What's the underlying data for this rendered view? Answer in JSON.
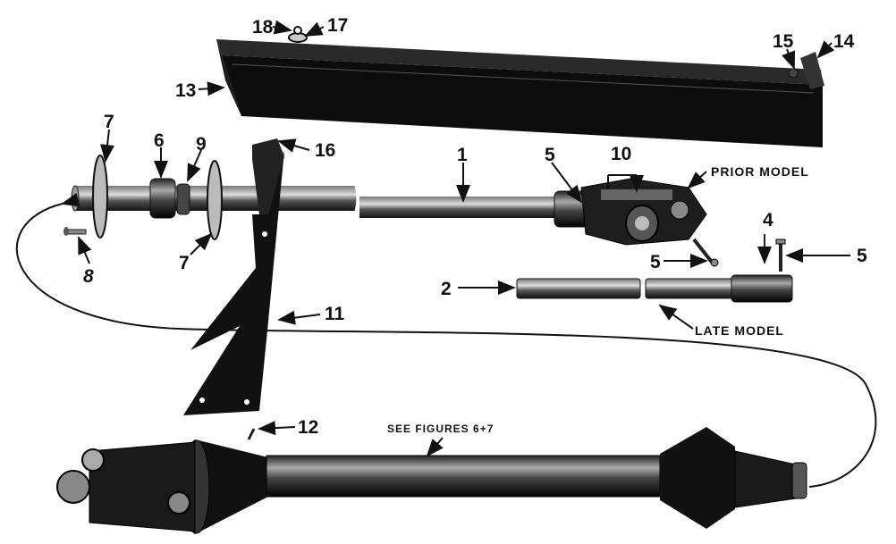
{
  "labels": {
    "n1": "1",
    "n2": "2",
    "n4": "4",
    "n5a": "5",
    "n5b": "5",
    "n5c": "5",
    "n6": "6",
    "n7a": "7",
    "n7b": "7",
    "n8": "8",
    "n9": "9",
    "n10": "10",
    "n11": "11",
    "n12": "12",
    "n13": "13",
    "n14": "14",
    "n15": "15",
    "n16": "16",
    "n17": "17",
    "n18": "18"
  },
  "captions": {
    "prior_model": "PRIOR MODEL",
    "late_model": "LATE MODEL",
    "see_figures": "SEE FIGURES 6+7"
  }
}
